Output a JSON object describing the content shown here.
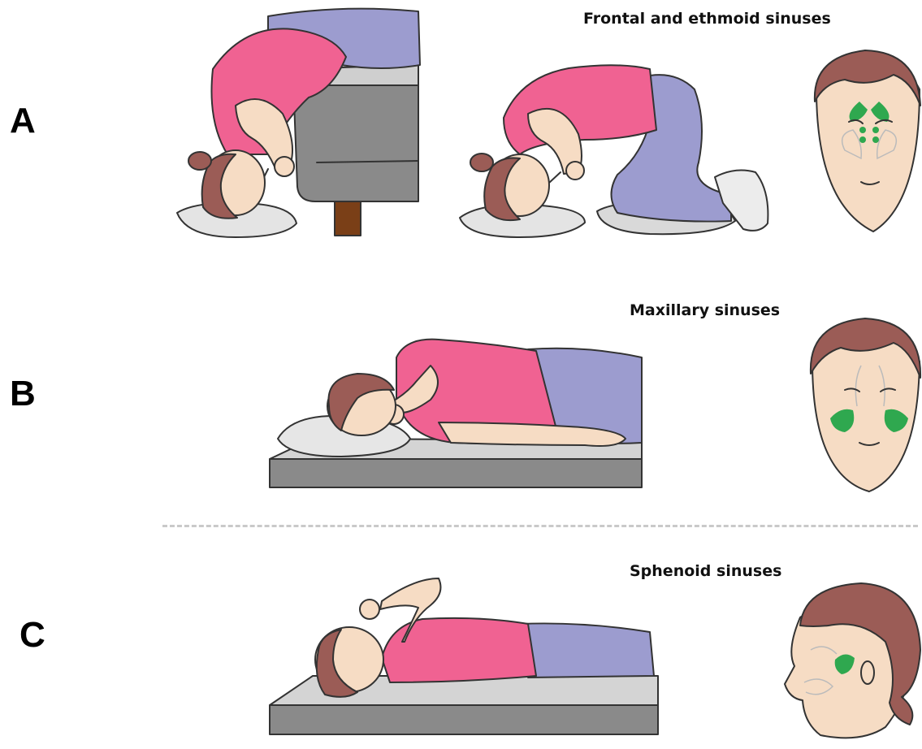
{
  "panels": [
    {
      "letter": "A",
      "caption": "Frontal and ethmoid sinuses"
    },
    {
      "letter": "B",
      "caption": "Maxillary sinuses"
    },
    {
      "letter": "C",
      "caption": "Sphenoid sinuses"
    }
  ],
  "colors": {
    "shirt": "#f06292",
    "pants": "#9c9ccf",
    "skin": "#f6dcc4",
    "hair": "#9b5c56",
    "pillow": "#e4e4e4",
    "bed": "#8a8a8a",
    "sinus_highlight": "#2fa84f"
  }
}
